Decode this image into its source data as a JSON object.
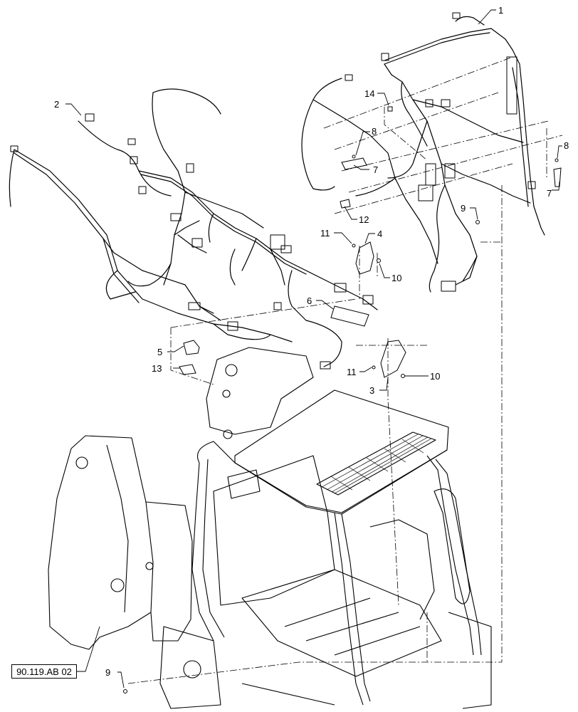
{
  "callouts": {
    "c1": "1",
    "c2": "2",
    "c3": "3",
    "c4": "4",
    "c5": "5",
    "c6": "6",
    "c7a": "7",
    "c7b": "7",
    "c8a": "8",
    "c8b": "8",
    "c9a": "9",
    "c9b": "9",
    "c10a": "10",
    "c10b": "10",
    "c11a": "11",
    "c11b": "11",
    "c12": "12",
    "c13": "13",
    "c14": "14"
  },
  "reference": {
    "label": "90.119.AB 02"
  }
}
